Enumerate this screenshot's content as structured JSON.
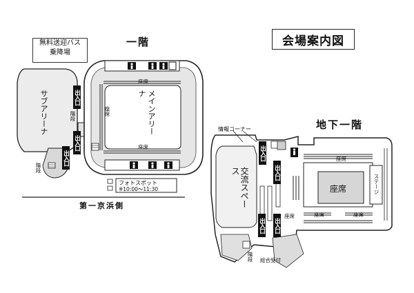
{
  "map_title": "会場案内図",
  "bus_stop": {
    "line1": "無料送迎バス",
    "line2": "乗降場"
  },
  "first_floor": {
    "label": "一階",
    "sub_arena": "サブアリーナ",
    "main_arena": "メインアリーナ",
    "seat": "座席",
    "stairs": "階段",
    "entrance": "出入口",
    "photo_spot": {
      "label": "フォトスポット",
      "hours": "※10:00〜11:30"
    },
    "road": "第一京浜側"
  },
  "basement": {
    "label": "地下一階",
    "info_corner": "情報コーナー",
    "exchange_space": "交流スペース",
    "seat": "座席",
    "stage": "ステージ",
    "entrance": "出入口",
    "stairs": "階段",
    "reception": "総合受付"
  },
  "colors": {
    "line": "#222222",
    "fill_light": "#ededed",
    "fill_mid": "#c9c9c9",
    "fill_dark": "#111111",
    "bg": "#ffffff"
  },
  "icons": [
    "restroom-icon",
    "accessible-toilet-icon",
    "elevator-icon",
    "stairs-icon"
  ]
}
